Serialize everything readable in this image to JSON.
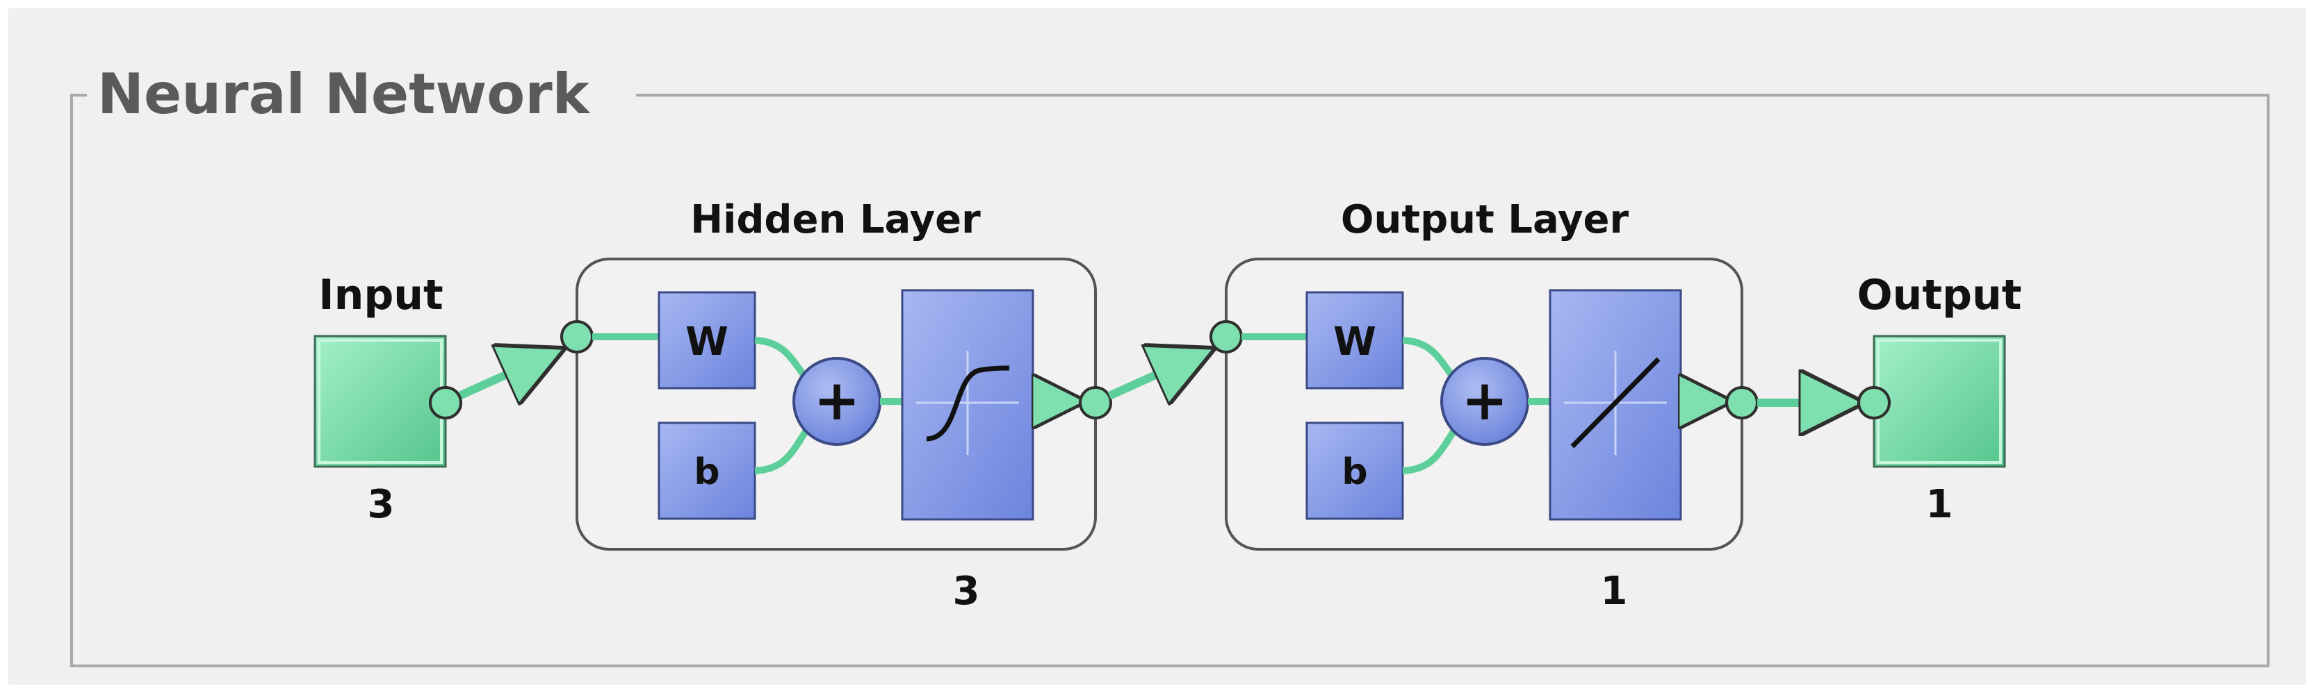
{
  "panel": {
    "title": "Neural Network"
  },
  "input": {
    "label": "Input",
    "size": "3"
  },
  "hidden_layer": {
    "title": "Hidden Layer",
    "weight_label": "W",
    "bias_label": "b",
    "sum_symbol": "+",
    "transfer_function": "sigmoid",
    "size": "3"
  },
  "output_layer": {
    "title": "Output Layer",
    "weight_label": "W",
    "bias_label": "b",
    "sum_symbol": "+",
    "transfer_function": "linear",
    "size": "1"
  },
  "output": {
    "label": "Output",
    "size": "1"
  },
  "colors": {
    "node_green": "#7ee0ae",
    "connector_green": "#5ccf9a",
    "block_blue": "#7f96e6",
    "panel_background": "#f0f0f0",
    "panel_border": "#a9a9a9"
  }
}
